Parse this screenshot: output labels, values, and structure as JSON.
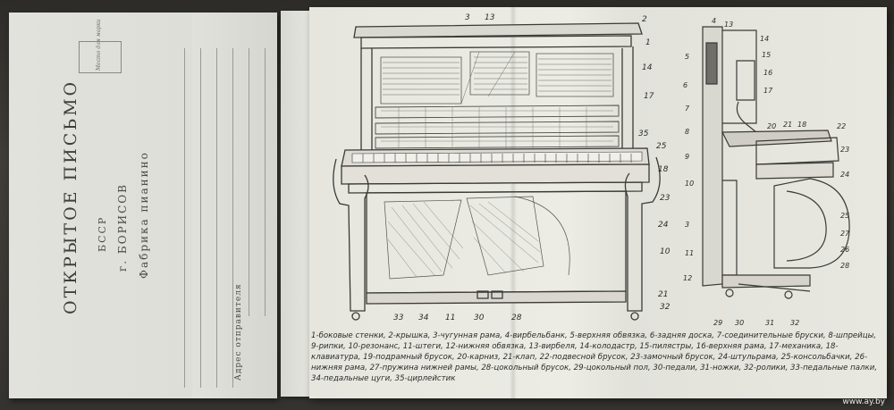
{
  "postcard": {
    "title": "ОТКРЫТОЕ ПИСЬМО",
    "country": "БССР",
    "city": "г. БОРИСОВ",
    "factory": "Фабрика пианино",
    "stamp_label": "Место для марки",
    "sender_label": "Адрес отправителя"
  },
  "diagram": {
    "front_labels": [
      "1",
      "2",
      "3",
      "13",
      "14",
      "17",
      "35",
      "25",
      "18",
      "23",
      "24",
      "10",
      "21",
      "32",
      "33",
      "34",
      "11",
      "30",
      "28"
    ],
    "side_labels": [
      "4",
      "13",
      "14",
      "5",
      "6",
      "15",
      "16",
      "17",
      "7",
      "8",
      "20",
      "21",
      "18",
      "22",
      "9",
      "23",
      "24",
      "10",
      "25",
      "27",
      "3",
      "26",
      "11",
      "12",
      "28",
      "29",
      "30",
      "31",
      "32"
    ],
    "legend": "1-боковые стенки, 2-крышка, 3-чугунная рама, 4-вирбельбанк, 5-верхняя обвязка, 6-задняя доска, 7-соединительные бруски, 8-шпрейцы, 9-рипки, 10-резонанс, 11-штеги, 12-нижняя обвязка, 13-вирбеля, 14-колодастр, 15-пилястры, 16-верхняя рама, 17-механика, 18-клавиатура, 19-подрамный брусок, 20-карниз, 21-клап, 22-подвесной брусок, 23-замочный брусок, 24-штульрама, 25-консольбачки, 26-нижняя рама, 27-пружина нижней рамы, 28-цокольный брусок, 29-цокольный пол, 30-педали, 31-ножки, 32-ролики, 33-педальные палки, 34-педальные цуги, 35-цирлейстик"
  },
  "watermark": "www.ay.by"
}
